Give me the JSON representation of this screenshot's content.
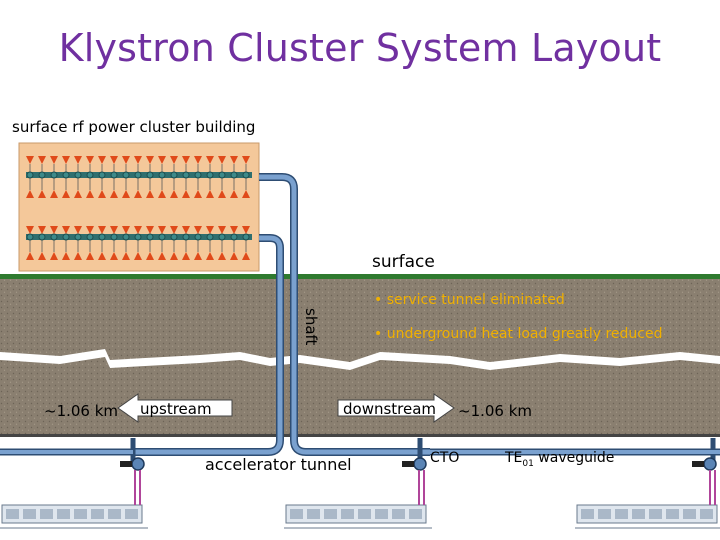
{
  "title": "Klystron Cluster System Layout",
  "labels": {
    "building": "surface rf power cluster building",
    "surface": "surface",
    "shaft": "shaft",
    "bullet_1": "• service tunnel eliminated",
    "bullet_2": "• underground heat load greatly reduced",
    "left_distance": "~1.06 km",
    "upstream": "upstream",
    "downstream": "downstream",
    "right_distance": "~1.06 km",
    "accelerator_tunnel": "accelerator tunnel",
    "cto": "CTO",
    "waveguide_prefix": "TE",
    "waveguide_sub": "01",
    "waveguide_suffix": " waveguide"
  },
  "colors": {
    "title": "#7030a0",
    "bullets": "#f0b000",
    "ground": "#8a7f70",
    "grass": "#2f7a2f",
    "pipe": "#5a84b5",
    "building": "#f4c89a",
    "klystron": "#e04a1a"
  }
}
